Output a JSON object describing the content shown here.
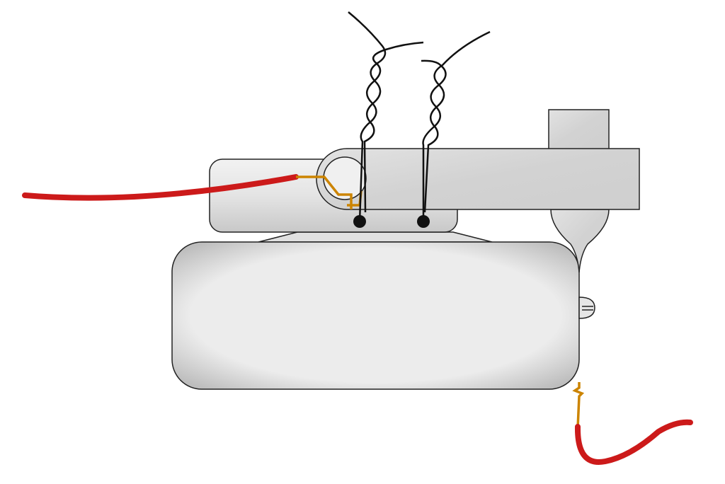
{
  "colors": {
    "background": "#ffffff",
    "housing_fill": "#e6e6e6",
    "housing_edge": "#2a2a2a",
    "metal_fill": "#d9d9d9",
    "red_wire": "#cc1a1a",
    "orange_wire": "#cc8400",
    "black_wire": "#111111"
  },
  "icons": {
    "main_housing": "rounded-box",
    "upper_housing": "rounded-box",
    "lever_arm": "metal-bar",
    "contact_tip": "pointed-tip",
    "screw": "screw-head",
    "terminals": "solder-dot"
  }
}
